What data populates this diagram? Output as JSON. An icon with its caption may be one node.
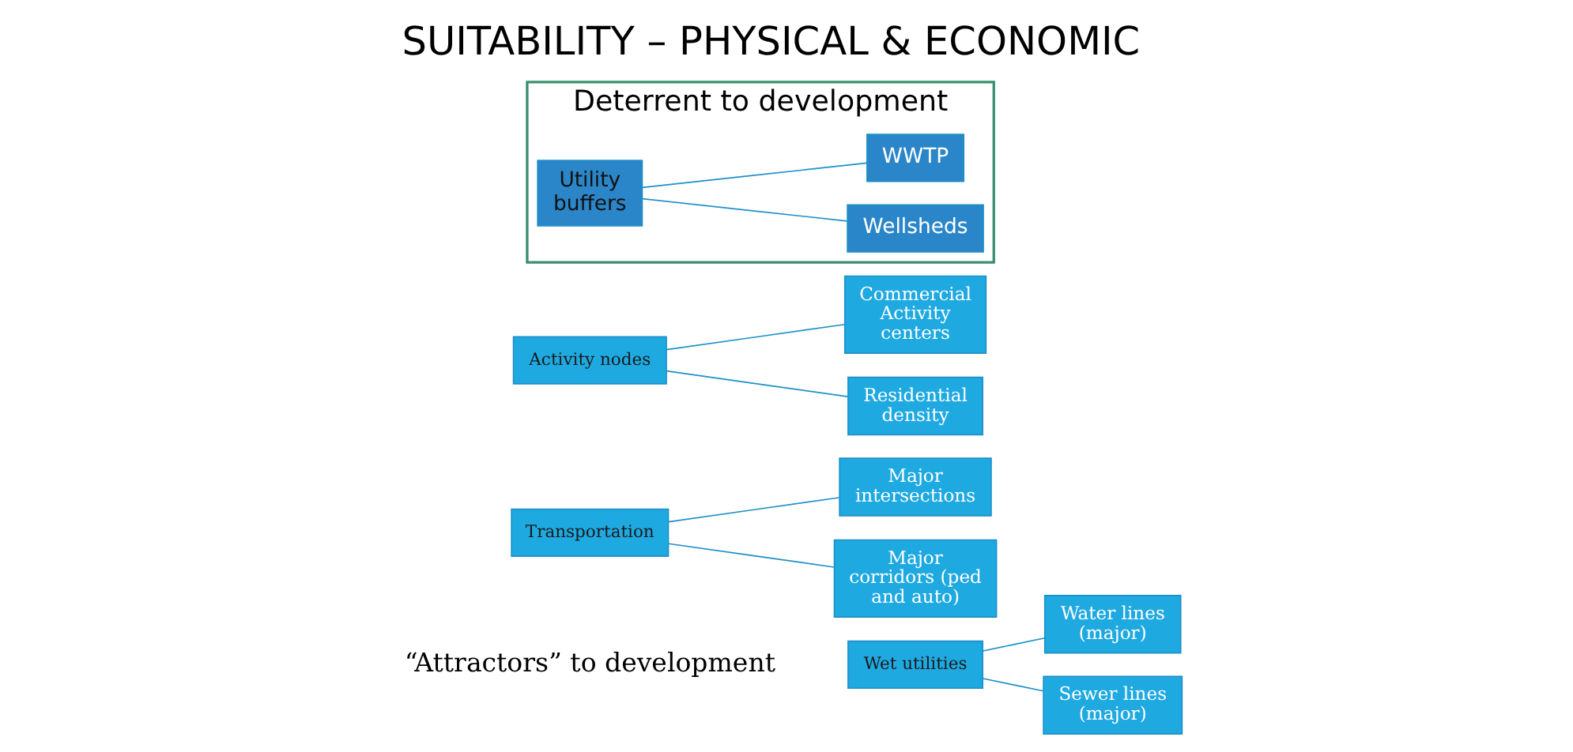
{
  "diagram": {
    "title": "SUITABILITY – PHYSICAL & ECONOMIC",
    "nodes": [
      {
        "text": [
          "Wet utilities"
        ]
      },
      {
        "text": [
          "Water lines (major)"
        ]
      },
      {
        "text": [
          "Sewer lines (major)"
        ]
      },
      {
        "text": [
          "Transportation"
        ]
      },
      {
        "text": [
          "Major intersections"
        ]
      },
      {
        "text": [
          "Major corridors (ped and auto)"
        ]
      },
      {
        "text": [
          "Activity nodes"
        ]
      },
      {
        "text": [
          "Commercial Activity centers"
        ]
      },
      {
        "text": [
          "Residential density"
        ]
      },
      {
        "text": [
          "Deterrent to development"
        ]
      },
      {
        "text": [
          "Utility buffers"
        ],
        "in": 9
      },
      {
        "text": [
          "Wellsheds"
        ],
        "in": 9
      },
      {
        "text": [
          "WWTP"
        ],
        "in": 9
      }
    ],
    "edges": [
      {
        "from": 0,
        "to": 1,
        "arrow": "none"
      },
      {
        "from": 0,
        "to": 2,
        "arrow": "none"
      },
      {
        "from": 3,
        "to": 4,
        "arrow": "none"
      },
      {
        "from": 3,
        "to": 5,
        "arrow": "none"
      },
      {
        "from": 6,
        "to": 7,
        "arrow": "none"
      },
      {
        "from": 6,
        "to": 8,
        "arrow": "none"
      },
      {
        "from": 10,
        "to": 11,
        "arrow": "none"
      },
      {
        "from": 10,
        "to": 12,
        "arrow": "none"
      }
    ],
    "labels": [
      "“Attractors” to development"
    ]
  }
}
